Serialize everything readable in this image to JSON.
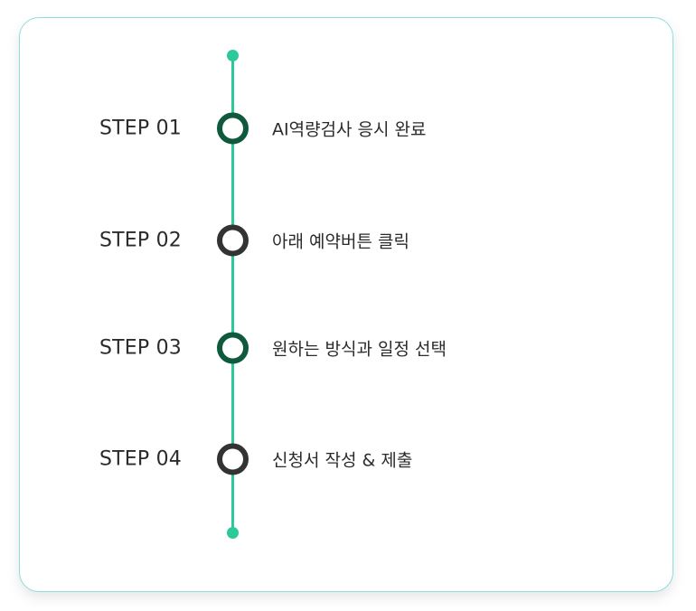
{
  "colors": {
    "card_border": "#8fdcdc",
    "timeline": "#2dc99a",
    "node_active": "#0f5a3c",
    "node_default": "#333333",
    "text": "#2b2b2b"
  },
  "steps": [
    {
      "label": "STEP 01",
      "text": "AI역량검사 응시 완료",
      "state": "active"
    },
    {
      "label": "STEP 02",
      "text": "아래 예약버튼 클릭",
      "state": "default"
    },
    {
      "label": "STEP 03",
      "text": "원하는 방식과 일정 선택",
      "state": "active"
    },
    {
      "label": "STEP 04",
      "text": "신청서 작성 & 제출",
      "state": "default"
    }
  ]
}
